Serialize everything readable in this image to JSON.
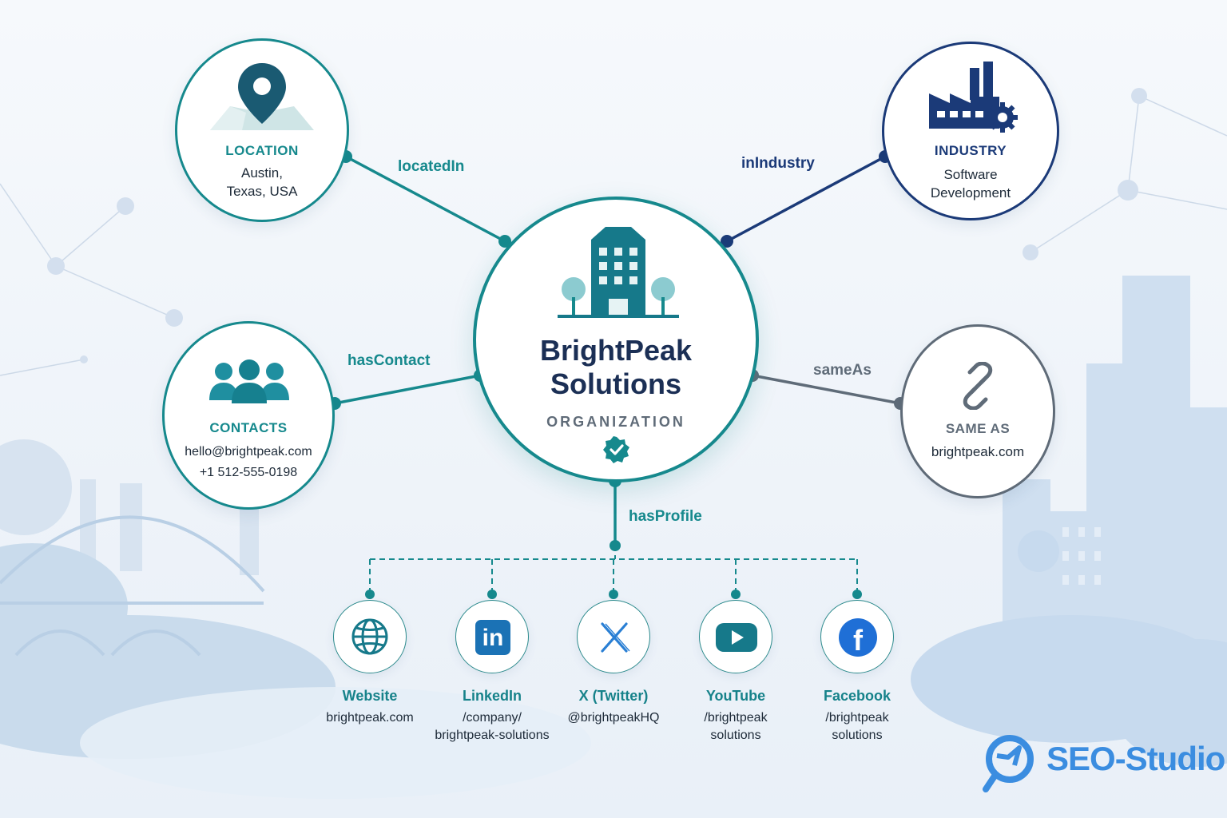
{
  "center": {
    "name_line1": "BrightPeak",
    "name_line2": "Solutions",
    "type": "ORGANIZATION"
  },
  "nodes": {
    "location": {
      "title": "LOCATION",
      "line1": "Austin,",
      "line2": "Texas, USA",
      "edge_label": "locatedIn",
      "icon": "map-pin-icon"
    },
    "industry": {
      "title": "INDUSTRY",
      "line1": "Software",
      "line2": "Development",
      "edge_label": "inIndustry",
      "icon": "factory-icon"
    },
    "contacts": {
      "title": "CONTACTS",
      "line1": "hello@brightpeak.com",
      "line2": "+1 512-555-0198",
      "edge_label": "hasContact",
      "icon": "people-icon"
    },
    "same_as": {
      "title": "SAME AS",
      "line1": "brightpeak.com",
      "edge_label": "sameAs",
      "icon": "link-icon"
    }
  },
  "has_profile_label": "hasProfile",
  "profiles": [
    {
      "name": "Website",
      "handle_line1": "brightpeak.com",
      "handle_line2": "",
      "icon": "globe-icon"
    },
    {
      "name": "LinkedIn",
      "handle_line1": "/company/",
      "handle_line2": "brightpeak-solutions",
      "icon": "linkedin-icon",
      "glyph": "in"
    },
    {
      "name": "X (Twitter)",
      "handle_line1": "@brightpeakHQ",
      "handle_line2": "",
      "icon": "x-icon",
      "glyph": "𝕏"
    },
    {
      "name": "YouTube",
      "handle_line1": "/brightpeak",
      "handle_line2": "solutions",
      "icon": "youtube-icon"
    },
    {
      "name": "Facebook",
      "handle_line1": "/brightpeak",
      "handle_line2": "solutions",
      "icon": "facebook-icon",
      "glyph": "f"
    }
  ],
  "brand": {
    "name": "SEO-Studio",
    "icon": "seo-studio-logo-icon"
  },
  "colors": {
    "teal": "#16898d",
    "navy": "#1b3a78",
    "slate": "#5f6b78",
    "text": "#1d2a38"
  }
}
